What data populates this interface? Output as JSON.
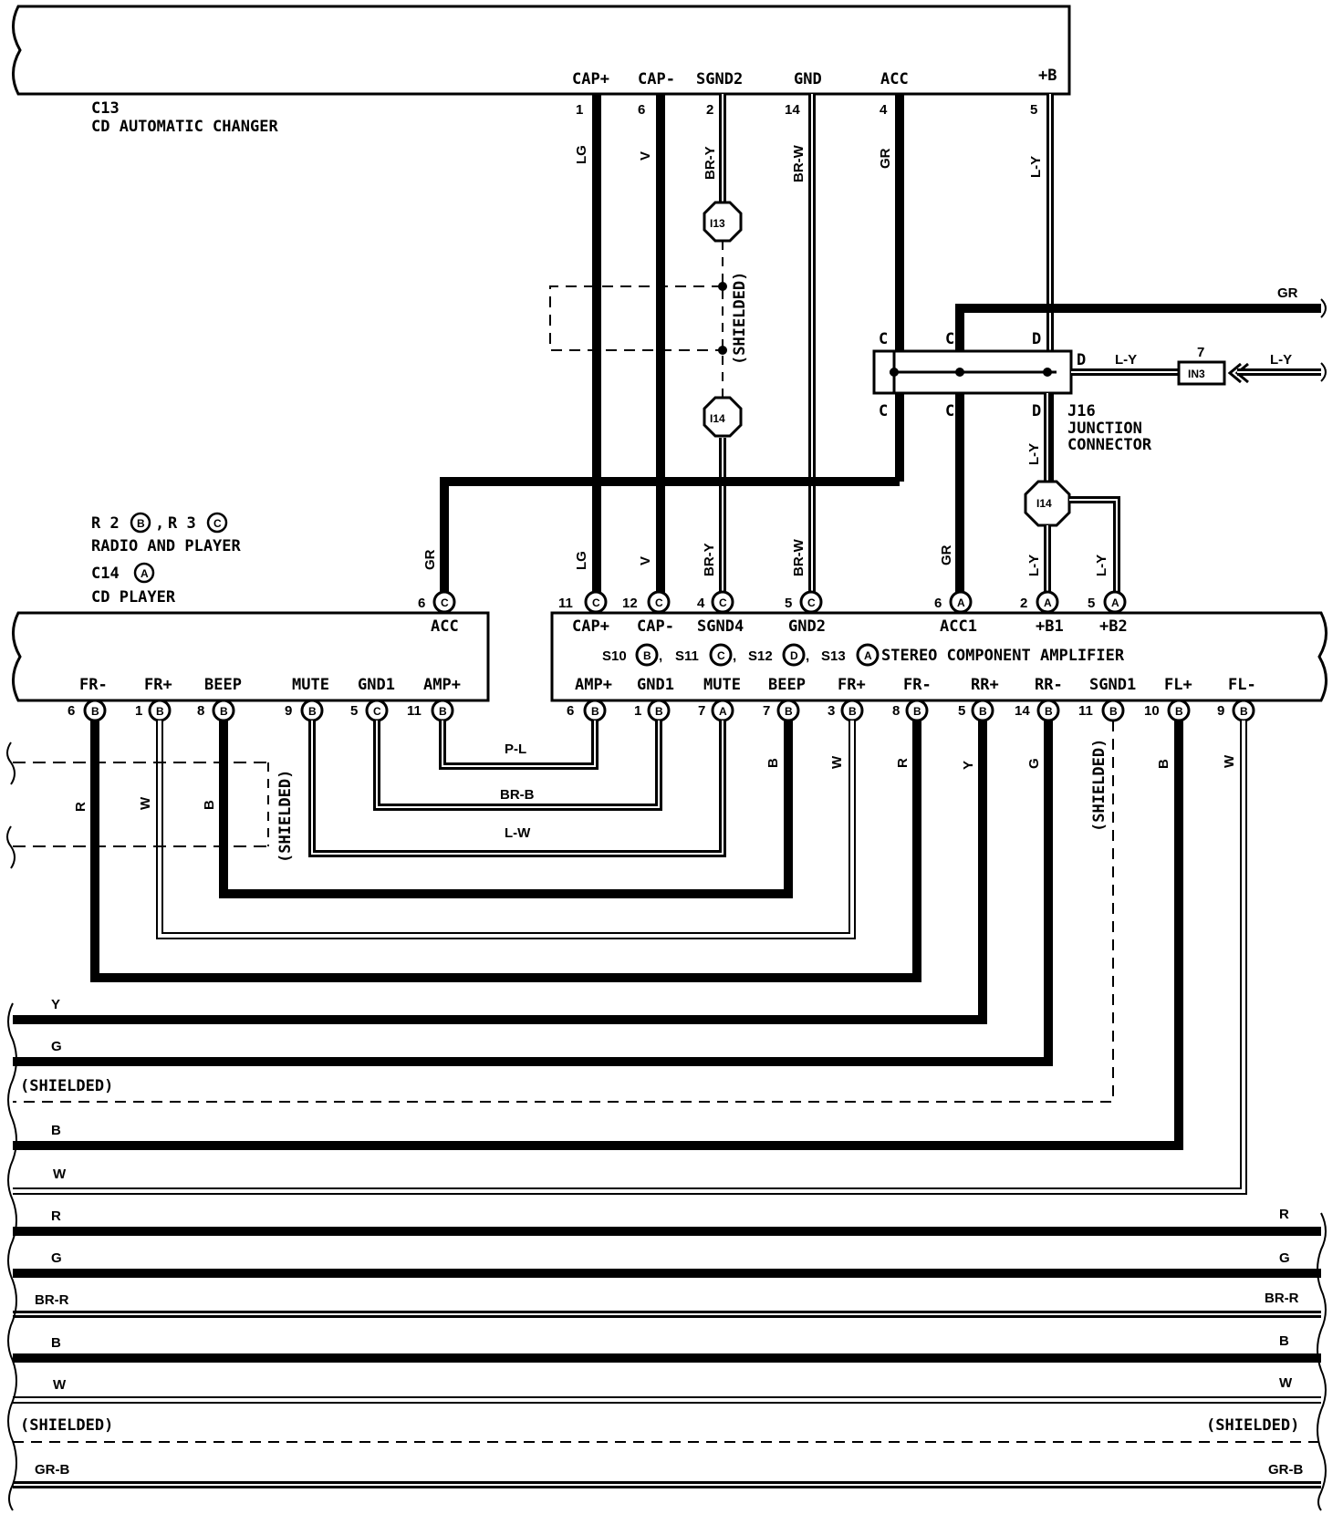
{
  "components": {
    "c13": {
      "id": "C13",
      "name": "CD AUTOMATIC CHANGER",
      "pins": [
        {
          "label": "CAP+",
          "num": "1",
          "wire": "LG"
        },
        {
          "label": "CAP-",
          "num": "6",
          "wire": "V"
        },
        {
          "label": "SGND2",
          "num": "2",
          "wire": "BR-Y"
        },
        {
          "label": "GND",
          "num": "14",
          "wire": "BR-W"
        },
        {
          "label": "ACC",
          "num": "4",
          "wire": "GR"
        },
        {
          "label": "+B",
          "num": "5",
          "wire": "L-Y"
        }
      ]
    },
    "radio": {
      "ref_line": "R 2, R 3",
      "ref_r2": "R 2",
      "ref_r2_conn": "B",
      "ref_r3": "R 3",
      "ref_r3_conn": "C",
      "name": "RADIO AND PLAYER",
      "cd_ref": "C14",
      "cd_ref_conn": "A",
      "cd_name": "CD PLAYER",
      "acc_label": "ACC",
      "acc_pin": "6",
      "acc_conn": "C",
      "pins": [
        {
          "label": "FR-",
          "num": "6",
          "conn": "B"
        },
        {
          "label": "FR+",
          "num": "1",
          "conn": "B"
        },
        {
          "label": "BEEP",
          "num": "8",
          "conn": "B"
        },
        {
          "label": "MUTE",
          "num": "9",
          "conn": "B"
        },
        {
          "label": "GND1",
          "num": "5",
          "conn": "C"
        },
        {
          "label": "AMP+",
          "num": "11",
          "conn": "B"
        }
      ]
    },
    "amp": {
      "name": "STEREO COMPONENT AMPLIFIER",
      "refs": [
        {
          "id": "S10",
          "conn": "B"
        },
        {
          "id": "S11",
          "conn": "C"
        },
        {
          "id": "S12",
          "conn": "D"
        },
        {
          "id": "S13",
          "conn": "A"
        }
      ],
      "top_pins": [
        {
          "label": "CAP+",
          "num": "11",
          "conn": "C"
        },
        {
          "label": "CAP-",
          "num": "12",
          "conn": "C"
        },
        {
          "label": "SGND4",
          "num": "4",
          "conn": "C"
        },
        {
          "label": "GND2",
          "num": "5",
          "conn": "C"
        },
        {
          "label": "ACC1",
          "num": "6",
          "conn": "A"
        },
        {
          "label": "+B1",
          "num": "2",
          "conn": "A"
        },
        {
          "label": "+B2",
          "num": "5",
          "conn": "A"
        }
      ],
      "bottom_pins": [
        {
          "label": "AMP+",
          "num": "6",
          "conn": "B"
        },
        {
          "label": "GND1",
          "num": "1",
          "conn": "B"
        },
        {
          "label": "MUTE",
          "num": "7",
          "conn": "A"
        },
        {
          "label": "BEEP",
          "num": "7",
          "conn": "B"
        },
        {
          "label": "FR+",
          "num": "3",
          "conn": "B"
        },
        {
          "label": "FR-",
          "num": "8",
          "conn": "B"
        },
        {
          "label": "RR+",
          "num": "5",
          "conn": "B"
        },
        {
          "label": "RR-",
          "num": "14",
          "conn": "B"
        },
        {
          "label": "SGND1",
          "num": "11",
          "conn": "B"
        },
        {
          "label": "FL+",
          "num": "10",
          "conn": "B"
        },
        {
          "label": "FL-",
          "num": "9",
          "conn": "B"
        }
      ]
    },
    "j16": {
      "id": "J16",
      "line1": "JUNCTION",
      "line2": "CONNECTOR",
      "pins_top": [
        "C",
        "C",
        "D"
      ],
      "pins_bottom": [
        "C",
        "C",
        "D"
      ],
      "side_pin": "D"
    },
    "splices": {
      "i13": "I13",
      "i14": "I14",
      "i14b": "I14",
      "in3": "IN3",
      "in3_pin": "7"
    }
  },
  "wires": {
    "c13_to_amp": [
      "LG",
      "V",
      "BR-Y",
      "BR-W"
    ],
    "acc_radio": "GR",
    "acc_amp": "GR",
    "j16_gr": "GR",
    "j16_ly_in": "L-Y",
    "j16_ly_out": "L-Y",
    "ly_down1": "L-Y",
    "ly_b1": "L-Y",
    "ly_b2": "L-Y",
    "shielded": "(SHIELDED)",
    "amp_plus": "P-L",
    "gnd1": "BR-B",
    "mute": "L-W",
    "radio_fr_minus": "R",
    "radio_fr_plus": "W",
    "radio_beep": "B",
    "amp_beep": "B",
    "amp_fr_plus": "W",
    "amp_fr_minus": "R",
    "amp_rr_plus": "Y",
    "amp_rr_minus": "G",
    "amp_fl_plus": "B",
    "amp_fl_minus": "W",
    "bottom_left": [
      "Y",
      "G",
      "(SHIELDED)",
      "B",
      "W"
    ],
    "bottom_bus": [
      "R",
      "G",
      "BR-R",
      "B",
      "W",
      "(SHIELDED)",
      "GR-B"
    ]
  }
}
